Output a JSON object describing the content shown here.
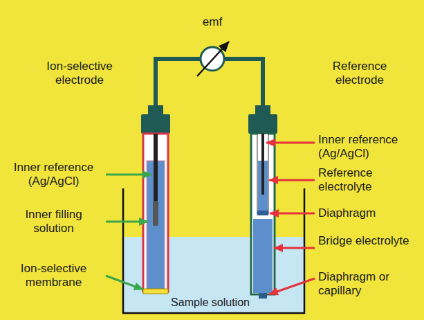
{
  "diagram": {
    "labels": [
      "emf",
      "Ion-selective electrode",
      "Reference electrode",
      "Inner reference (Ag/AgCl)",
      "Inner filling solution",
      "Ion-selective membrane",
      "Inner reference (Ag/AgCl)",
      "Reference electrolyte",
      "Diaphragm",
      "Bridge electrolyte",
      "Diaphragm or capillary",
      "Sample solution"
    ]
  }
}
